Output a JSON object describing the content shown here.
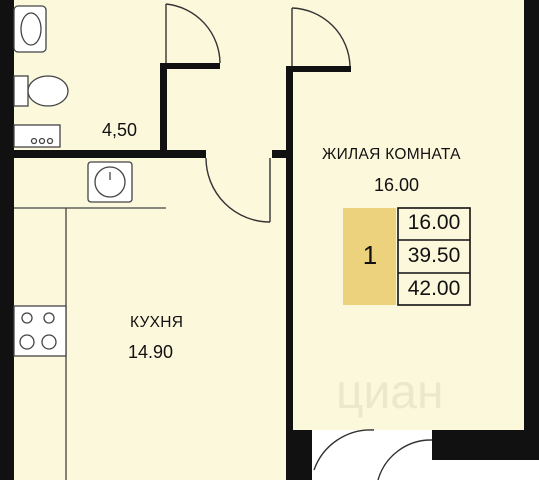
{
  "colors": {
    "floor": "#fcf8dc",
    "wall": "#111111",
    "room_count_fill": "#ecd27c",
    "fixture": "#444444"
  },
  "rooms": {
    "bathroom": {
      "area": "4,50"
    },
    "living": {
      "name": "ЖИЛАЯ КОМНАТА",
      "area": "16.00"
    },
    "kitchen": {
      "name": "КУХНЯ",
      "area": "14.90"
    }
  },
  "summary": {
    "rooms_count": "1",
    "living_area": "16.00",
    "total_area": "39.50",
    "overall_area": "42.00"
  },
  "watermark": "циан",
  "icons": [
    "sink-icon",
    "toilet-icon",
    "washbasin-icon",
    "stove-icon",
    "kitchen-sink-icon",
    "door-swing-icon"
  ]
}
